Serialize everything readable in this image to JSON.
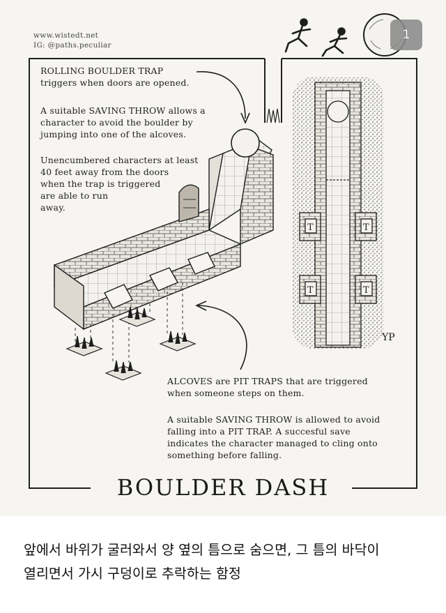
{
  "credits": {
    "website": "www.wistedt.net",
    "instagram": "IG: @paths.peculiar"
  },
  "notes": {
    "rolling": [
      "ROLLING BOULDER TRAP",
      "triggers when doors are opened."
    ],
    "saving1": [
      "A suitable SAVING THROW allows a",
      "character to avoid the boulder by",
      "jumping into one of the alcoves."
    ],
    "unencumbered": [
      "Unencumbered characters at least",
      "40 feet away from the doors",
      "when the trap is triggered",
      "are able to run",
      "away."
    ],
    "alcoves": [
      "ALCOVES are PIT TRAPS that are triggered",
      "when someone steps on them."
    ],
    "saving2": [
      "A suitable SAVING THROW is allowed to avoid",
      "falling into a PIT TRAP. A succesful save",
      "indicates the character managed to cling onto",
      "something before falling."
    ]
  },
  "map": {
    "trap_letter": "T",
    "signature": "YP"
  },
  "title": "BOULDER DASH",
  "badge": "1",
  "caption": [
    "앞에서 바위가 굴러와서 양 옆의 틈으로 숨으면, 그 틈의 바닥이",
    "열리면서 가시 구덩이로 추락하는 함정"
  ]
}
